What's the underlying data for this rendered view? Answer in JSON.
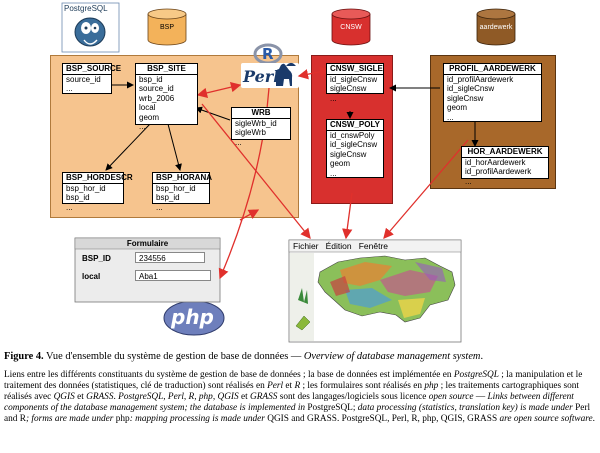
{
  "logos": {
    "postgresql": "PostgreSQL",
    "perl": "Perl",
    "r": "R",
    "php": "php"
  },
  "databases": {
    "bsp": "BSP",
    "cnsw": "CNSW",
    "aardewerk": "aardewerk"
  },
  "tables": {
    "bsp_source": {
      "title": "BSP_SOURCE",
      "fields": [
        "source_id",
        "..."
      ]
    },
    "bsp_site": {
      "title": "BSP_SITE",
      "fields": [
        "bsp_id",
        "source_id",
        "wrb_2006",
        "local",
        "geom",
        "..."
      ]
    },
    "wrb": {
      "title": "WRB",
      "fields": [
        "sigleWrb_id",
        "sigleWrb",
        "..."
      ]
    },
    "bsp_hordescr": {
      "title": "BSP_HORDESCR",
      "fields": [
        "bsp_hor_id",
        "bsp_id",
        "..."
      ]
    },
    "bsp_horana": {
      "title": "BSP_HORANA",
      "fields": [
        "bsp_hor_id",
        "bsp_id",
        "..."
      ]
    },
    "cnsw_sigle": {
      "title": "CNSW_SIGLE",
      "fields": [
        "id_sigleCnsw",
        "sigleCnsw",
        "..."
      ]
    },
    "cnsw_poly": {
      "title": "CNSW_POLY",
      "fields": [
        "id_cnswPoly",
        "id_sigleCnsw",
        "sigleCnsw",
        "geom",
        "..."
      ]
    },
    "profil_aardewerk": {
      "title": "PROFIL_AARDEWERK",
      "fields": [
        "id_profilAardewerk",
        "id_sigleCnsw",
        "sigleCnsw",
        "geom",
        "..."
      ]
    },
    "hor_aardewerk": {
      "title": "HOR_AARDEWERK",
      "fields": [
        "id_horAardewerk",
        "id_profilAardewerk",
        "..."
      ]
    }
  },
  "form": {
    "title": "Formulaire",
    "bsp_id_label": "BSP_ID",
    "bsp_id_value": "234556",
    "local_label": "local",
    "local_value": "Aba1"
  },
  "gis_window": {
    "menu": [
      "Fichier",
      "Édition",
      "Fenêtre"
    ]
  },
  "caption": {
    "label": "Figure 4.",
    "fr": " Vue d'ensemble du système de gestion de base de données — ",
    "en": "Overview of database management system",
    "end": "."
  },
  "body": {
    "s1": "Liens entre les différents constituants du système de gestion de base de données ; la base de données est implémentée en ",
    "s2": "PostgreSQL",
    "s3": " ; la manipulation et le traitement des données (statistiques, clé de traduction) sont réalisés en ",
    "s4": "Perl",
    "s5": " et ",
    "s6": "R",
    "s7": " ; les formulaires sont réalisés en ",
    "s8": "php",
    "s9": " ; les traitements cartographiques sont réalisés avec ",
    "s10": "QGIS",
    "s11": " et ",
    "s12": "GRASS",
    "s13": ". ",
    "s14": "PostgreSQL, Perl, R, php, QGIS",
    "s15": " et ",
    "s16": "GRASS",
    "s17": " sont des langages/logiciels sous licence ",
    "s18": "open source",
    "s19": " — ",
    "s20": "Links between different components of the database management system; the database is implemented in ",
    "s21": "PostgreSQL; ",
    "s22": "data processing (statistics, translation key) is made under ",
    "s23": "Perl and R",
    "s24": "; forms are made under ",
    "s25": "php",
    "s26": ": mapping processing is made under ",
    "s27": "QGIS and GRASS",
    "s28": ". PostgreSQL, Perl, R, php, QGIS, GRASS ",
    "s29": "are open source software",
    "s30": "."
  },
  "colors": {
    "bsp_panel": "#f6c48e",
    "cnsw_panel": "#d8302e",
    "aardewerk_panel": "#a8682a",
    "arrow_red": "#e0302c",
    "bsp_cylinder": "#f3b25a",
    "cnsw_cylinder": "#d8302e",
    "aardewerk_cylinder": "#8f5a26"
  }
}
